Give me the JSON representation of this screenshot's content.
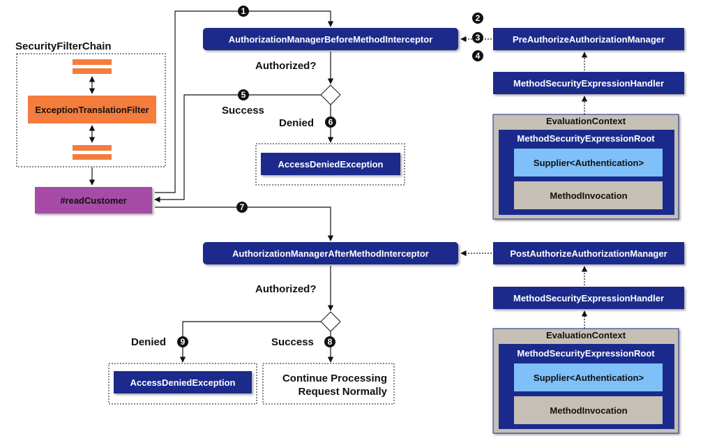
{
  "security_filter_chain": {
    "title": "SecurityFilterChain",
    "exception_filter": "ExceptionTranslationFilter"
  },
  "read_customer": "#readCustomer",
  "before": {
    "interceptor": "AuthorizationManagerBeforeMethodInterceptor",
    "authorized_question": "Authorized?",
    "success_label": "Success",
    "denied_label": "Denied",
    "denied_exception": "AccessDeniedException",
    "manager": "PreAuthorizeAuthorizationManager",
    "handler": "MethodSecurityExpressionHandler",
    "context": "EvaluationContext",
    "root": "MethodSecurityExpressionRoot",
    "supplier": "Supplier<Authentication>",
    "invocation": "MethodInvocation"
  },
  "after": {
    "interceptor": "AuthorizationManagerAfterMethodInterceptor",
    "authorized_question": "Authorized?",
    "denied_label": "Denied",
    "success_label": "Success",
    "denied_exception": "AccessDeniedException",
    "continue_line1": "Continue Processing",
    "continue_line2": "Request Normally",
    "manager": "PostAuthorizeAuthorizationManager",
    "handler": "MethodSecurityExpressionHandler",
    "context": "EvaluationContext",
    "root": "MethodSecurityExpressionRoot",
    "supplier": "Supplier<Authentication>",
    "invocation": "MethodInvocation"
  },
  "steps": [
    "1",
    "2",
    "3",
    "4",
    "5",
    "6",
    "7",
    "8",
    "9"
  ],
  "colors": {
    "navy": "#1a2a8c",
    "orange": "#f47c3c",
    "purple": "#a64ca6",
    "gray": "#c6bfb5",
    "light_blue": "#7ec0f7",
    "arrow": "#111111"
  }
}
